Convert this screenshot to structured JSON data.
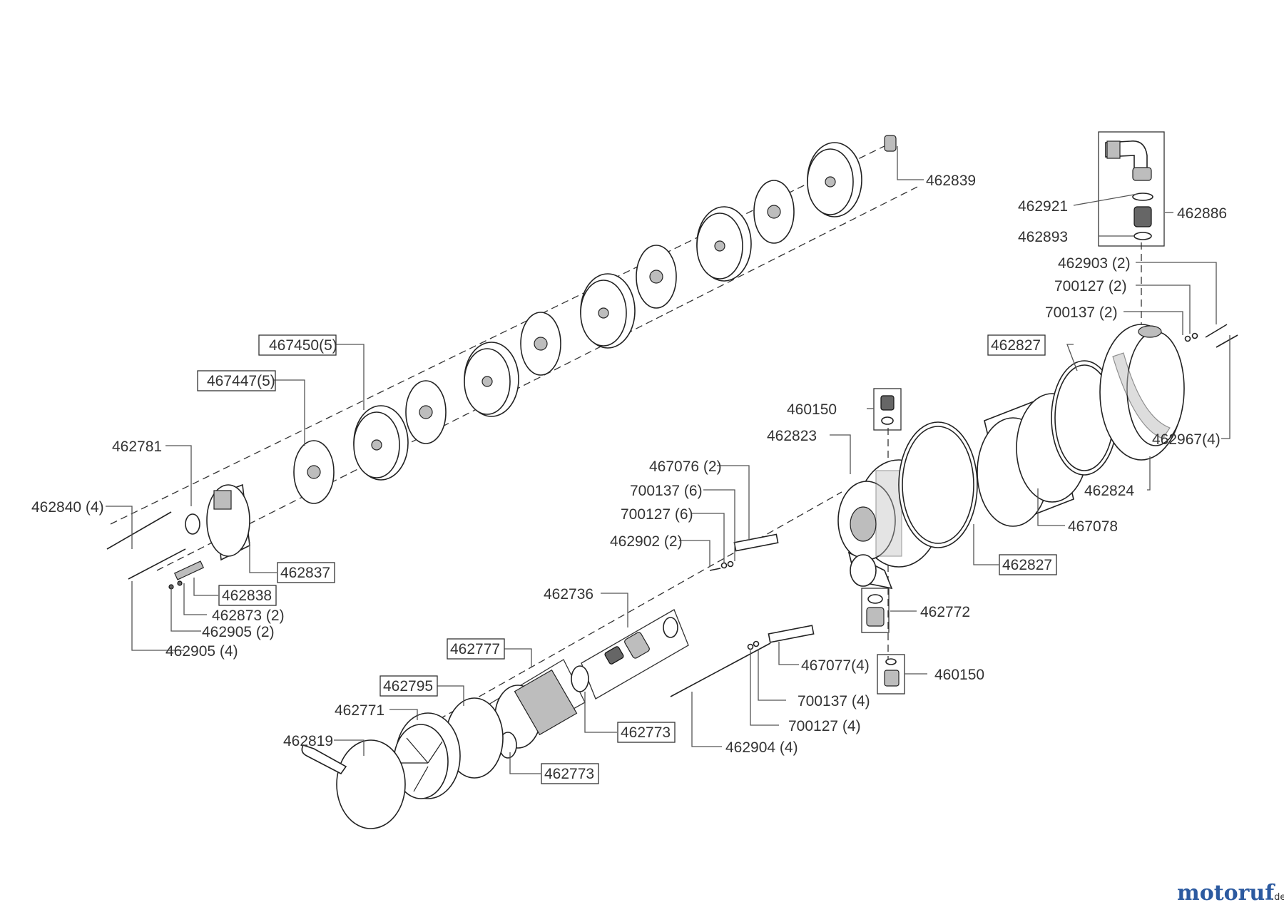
{
  "labels": {
    "p462839": "462839",
    "p462921": "462921",
    "p462886": "462886",
    "p462893": "462893",
    "p462903": "462903 (2)",
    "p700127a": "700127 (2)",
    "p700137a": "700137 (2)",
    "p462827a": "462827",
    "p467450": "467450(5)",
    "p467447": "467447(5)",
    "p460150a": "460150",
    "p462823": "462823",
    "p462967": "462967(4)",
    "p462781": "462781",
    "p467076": "467076 (2)",
    "p700137b": "700137 (6)",
    "p700127b": "700127 (6)",
    "p462824": "462824",
    "p462840": "462840 (4)",
    "p467078": "467078",
    "p462902": "462902 (2)",
    "p462837": "462837",
    "p462827b": "462827",
    "p462838": "462838",
    "p462873": "462873 (2)",
    "p462905a": "462905 (2)",
    "p462905b": "462905 (4)",
    "p462736": "462736",
    "p462772": "462772",
    "p462777": "462777",
    "p467077": "467077(4)",
    "p460150b": "460150",
    "p462795": "462795",
    "p700137c": "700137 (4)",
    "p462771": "462771",
    "p462773a": "462773",
    "p700127c": "700127 (4)",
    "p462819": "462819",
    "p462904": "462904 (4)",
    "p462773b": "462773"
  },
  "logo": {
    "main": "motoruf",
    "suffix": ".de"
  },
  "colors": {
    "logo_blue": "#2c5aa0",
    "logo_orange": "#e98b1c"
  }
}
